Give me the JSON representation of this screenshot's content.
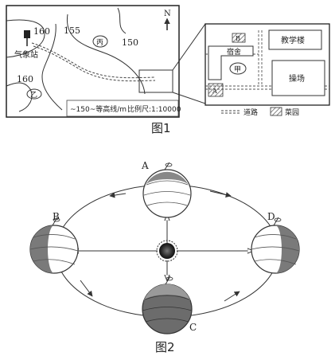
{
  "figure1": {
    "caption": "图1",
    "north_label": "N",
    "contours": [
      "160",
      "155",
      "150",
      "160"
    ],
    "places": {
      "weather_station": "气象站",
      "bing": "丙",
      "yi": "乙",
      "jia": "甲",
      "dorm": "宿舍",
      "teaching_building": "教学楼",
      "playground": "操场",
      "plot_a": "A",
      "plot_b": "B"
    },
    "legend": {
      "contour": "~150~等高线/m",
      "scale": "比例尺:1:10000",
      "road": "道路",
      "garden": "菜园"
    }
  },
  "figure2": {
    "caption": "图2",
    "positions": [
      "A",
      "B",
      "C",
      "D"
    ]
  }
}
